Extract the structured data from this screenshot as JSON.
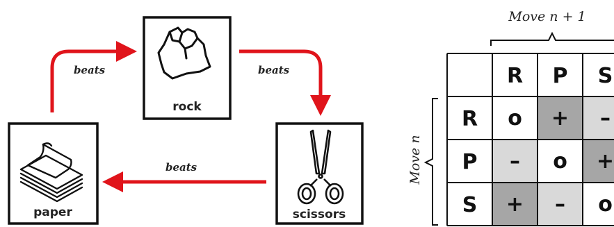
{
  "cycle": {
    "cards": {
      "rock": "rock",
      "scissors": "scissors",
      "paper": "paper"
    },
    "arrows": {
      "top_left": "beats",
      "top_right": "beats",
      "bottom": "beats"
    },
    "arrow_color": "#e0141b"
  },
  "matrix": {
    "col_title": "Move n + 1",
    "row_title": "Move n",
    "col_headers": [
      "R",
      "P",
      "S"
    ],
    "row_headers": [
      "R",
      "P",
      "S"
    ],
    "cells": [
      [
        "o",
        "+",
        "–"
      ],
      [
        "–",
        "o",
        "+"
      ],
      [
        "+",
        "–",
        "o"
      ]
    ],
    "cell_shades": [
      [
        "white",
        "dark",
        "light"
      ],
      [
        "light",
        "white",
        "dark"
      ],
      [
        "dark",
        "light",
        "white"
      ]
    ],
    "colors": {
      "white": "#ffffff",
      "light": "#d9d9d9",
      "dark": "#a6a6a6"
    }
  }
}
